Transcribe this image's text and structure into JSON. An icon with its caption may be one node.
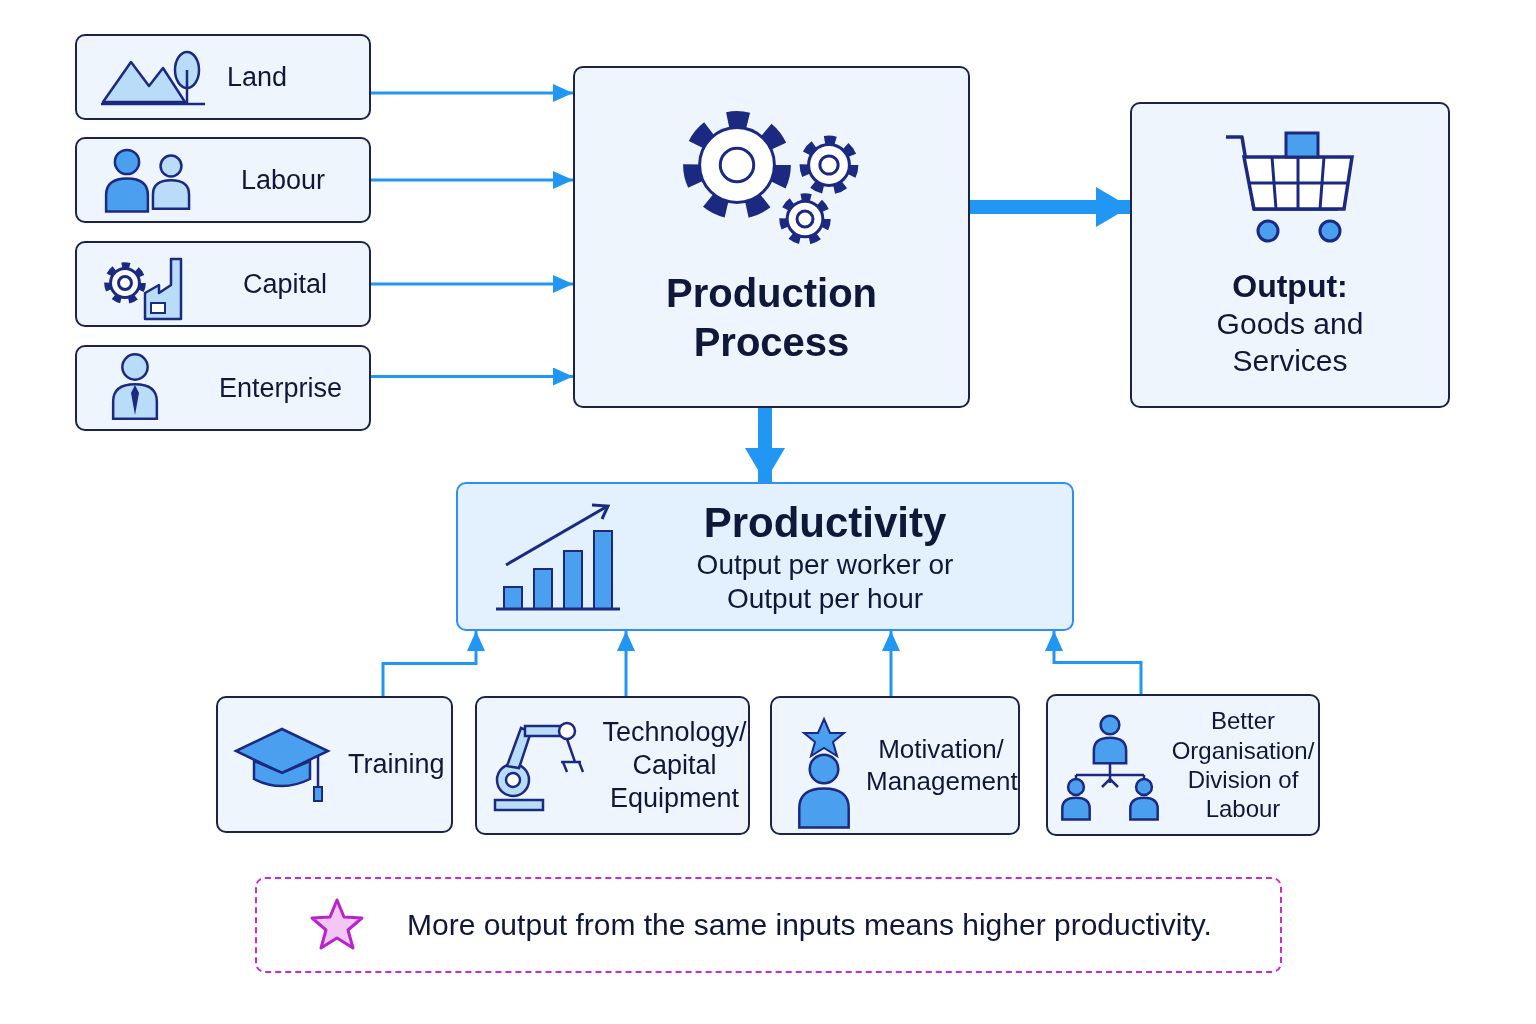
{
  "diagram": {
    "nodes": [
      {
        "text": [
          "Land"
        ]
      },
      {
        "text": [
          "Labour"
        ]
      },
      {
        "text": [
          "Capital"
        ]
      },
      {
        "text": [
          "Enterprise"
        ]
      },
      {
        "text": [
          "Production Process"
        ]
      },
      {
        "text": [
          "Output:",
          "Goods and Services"
        ]
      },
      {
        "text": [
          "Productivity",
          "Output per worker or Output per hour"
        ]
      },
      {
        "text": [
          "Training"
        ]
      },
      {
        "text": [
          "Technology/ Capital Equipment"
        ]
      },
      {
        "text": [
          "Motivation/ Management"
        ]
      },
      {
        "text": [
          "Better Organisation/ Division of Labour"
        ]
      },
      {
        "text": [
          "More output from the same inputs means higher productivity."
        ]
      }
    ],
    "edges": [
      {
        "from": 0,
        "to": 4,
        "arrow": "to"
      },
      {
        "from": 1,
        "to": 4,
        "arrow": "to"
      },
      {
        "from": 2,
        "to": 4,
        "arrow": "to"
      },
      {
        "from": 3,
        "to": 4,
        "arrow": "to"
      },
      {
        "from": 4,
        "to": 5,
        "arrow": "to",
        "style": "thick"
      },
      {
        "from": 4,
        "to": 6,
        "arrow": "to",
        "style": "thick"
      },
      {
        "from": 7,
        "to": 6,
        "arrow": "to"
      },
      {
        "from": 8,
        "to": 6,
        "arrow": "to"
      },
      {
        "from": 9,
        "to": 6,
        "arrow": "to"
      },
      {
        "from": 10,
        "to": 6,
        "arrow": "to"
      }
    ]
  }
}
